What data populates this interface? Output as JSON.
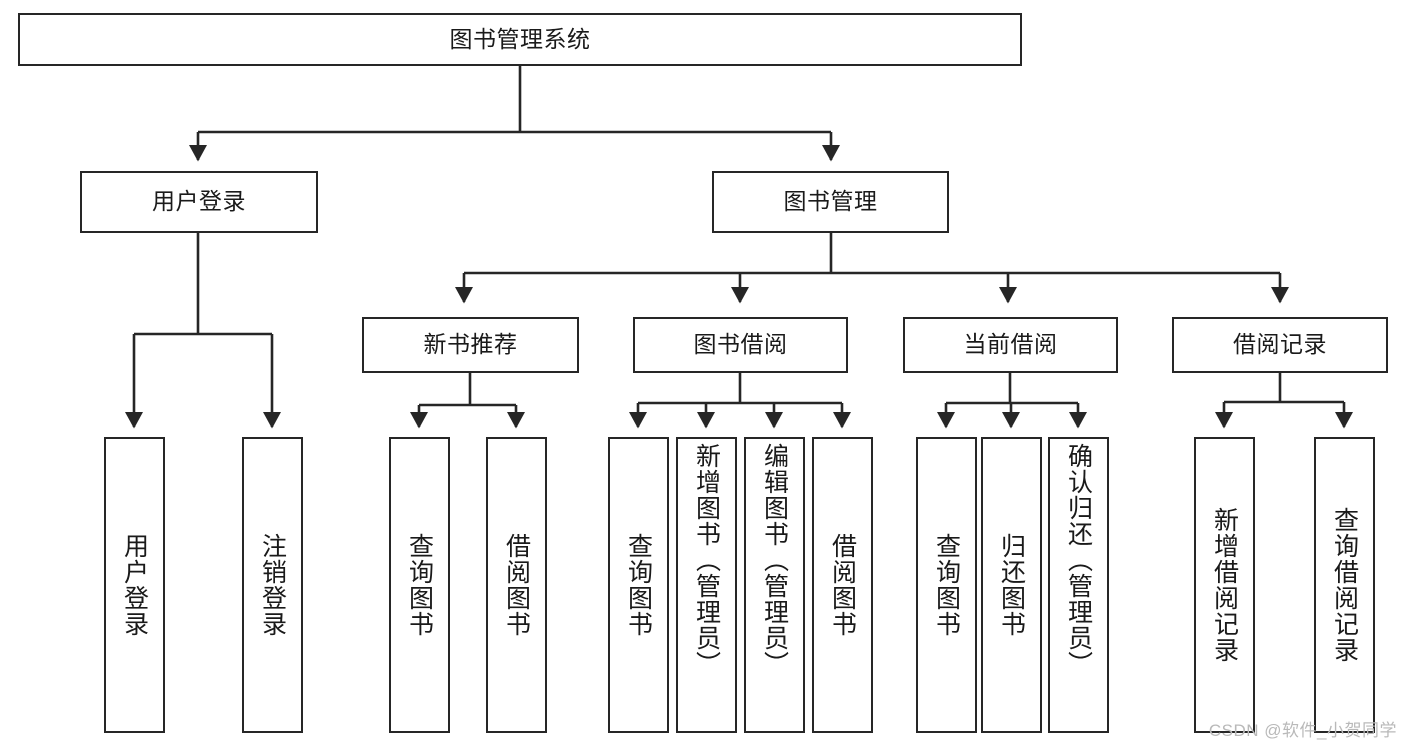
{
  "diagram": {
    "type": "tree-hierarchy",
    "title": "图书管理系统",
    "watermark": "CSDN @软件_小贺同学",
    "colors": {
      "stroke": "#262626",
      "fill": "#ffffff",
      "text": "#1a1a1a",
      "watermark": "#b9b9b9"
    },
    "root": {
      "label": "图书管理系统"
    },
    "level2": [
      {
        "label": "用户登录"
      },
      {
        "label": "图书管理"
      }
    ],
    "level3": [
      {
        "label": "新书推荐"
      },
      {
        "label": "图书借阅"
      },
      {
        "label": "当前借阅"
      },
      {
        "label": "借阅记录"
      }
    ],
    "leaves": {
      "user_login": [
        {
          "label": "用户登录"
        },
        {
          "label": "注销登录"
        }
      ],
      "new_book_recommend": [
        {
          "label": "查询图书"
        },
        {
          "label": "借阅图书"
        }
      ],
      "book_borrow": [
        {
          "label": "查询图书"
        },
        {
          "label": "新增图书（管理员）"
        },
        {
          "label": "编辑图书（管理员）"
        },
        {
          "label": "借阅图书"
        }
      ],
      "current_borrow": [
        {
          "label": "查询图书"
        },
        {
          "label": "归还图书"
        },
        {
          "label": "确认归还（管理员）"
        }
      ],
      "borrow_record": [
        {
          "label": "新增借阅记录"
        },
        {
          "label": "查询借阅记录"
        }
      ]
    }
  }
}
